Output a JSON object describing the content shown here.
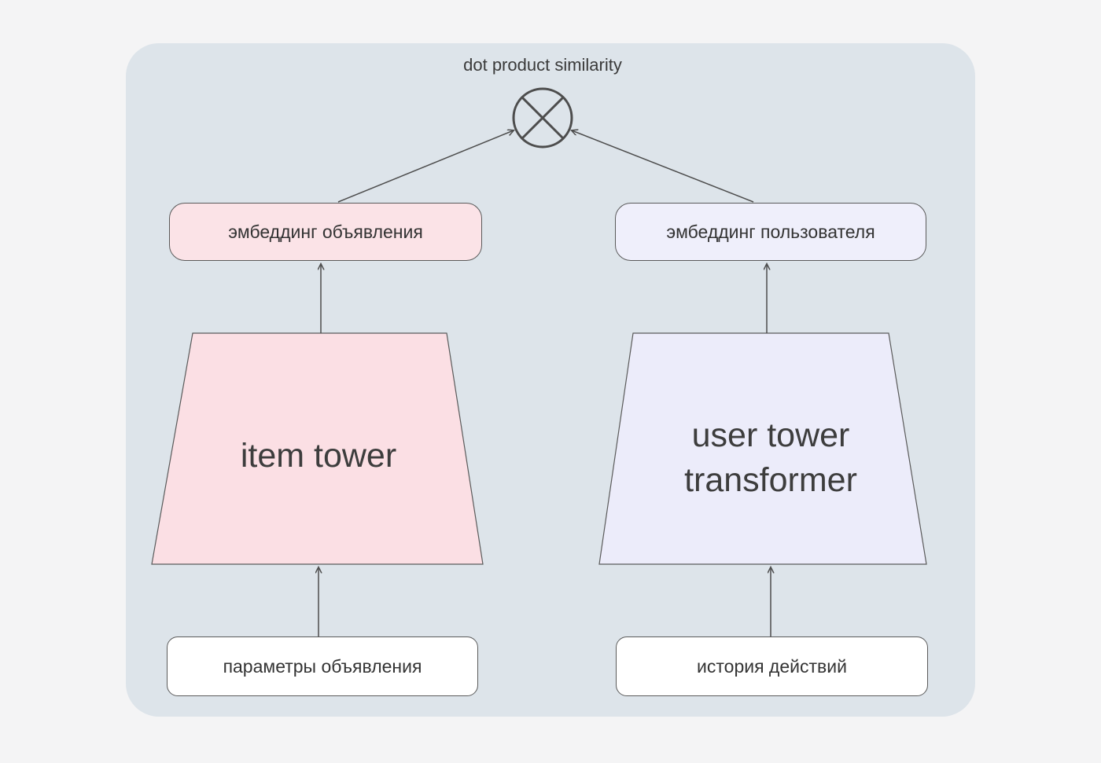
{
  "diagram": {
    "title": "dot product similarity",
    "operator": {
      "icon": "circle-cross-dot-product-icon"
    },
    "left": {
      "embedding_label": "эмбеддинг объявления",
      "tower_label": "item tower",
      "input_label": "параметры объявления"
    },
    "right": {
      "embedding_label": "эмбеддинг пользователя",
      "tower_lines": {
        "0": "user tower",
        "1": "transformer"
      },
      "input_label": "история действий"
    },
    "colors": {
      "page_background": "#f4f4f5",
      "panel_background": "#dde4ea",
      "item_tower_fill": "#fbdfe4",
      "item_embedding_fill": "#fbe3e7",
      "user_tower_fill": "#ececfa",
      "user_embedding_fill": "#efeffb",
      "input_box_fill": "#ffffff",
      "stroke": "#4d4d4d",
      "text": "#3d3d3d"
    }
  }
}
